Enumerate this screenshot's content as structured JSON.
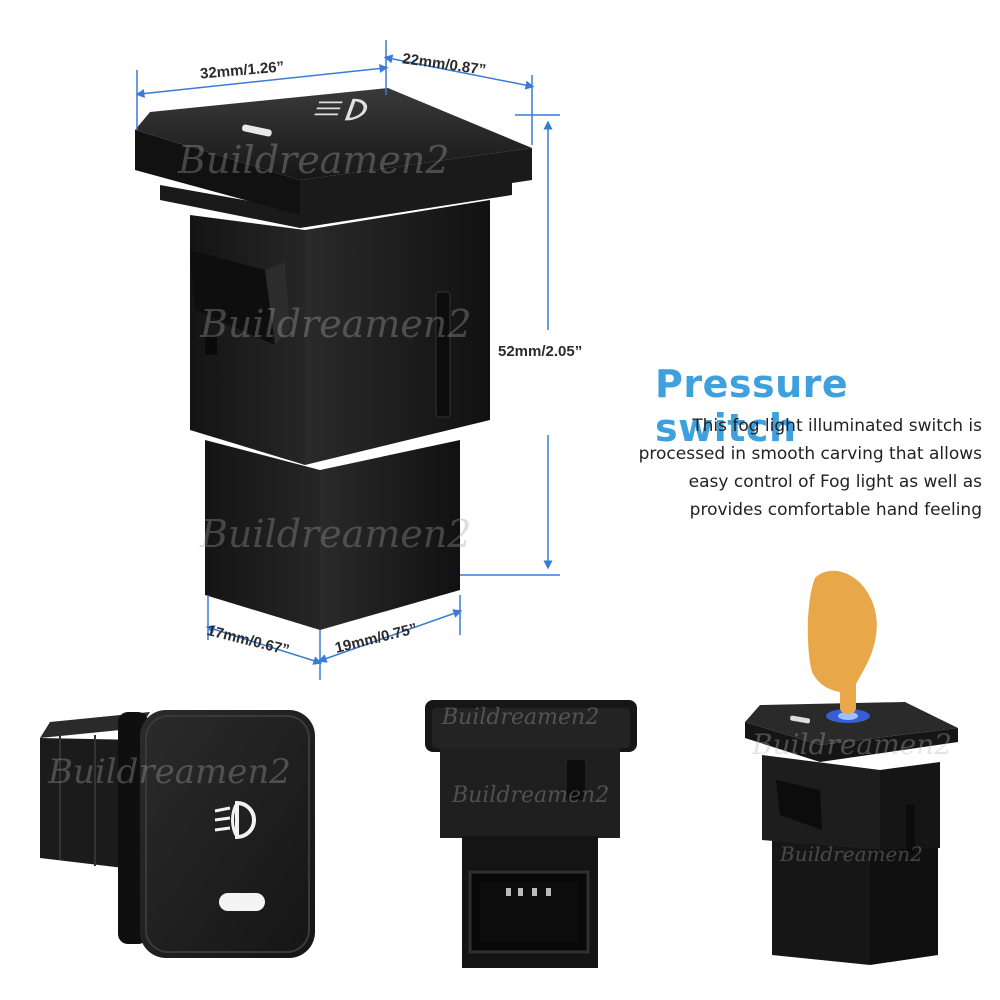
{
  "dimensions": {
    "top_width": "32mm/1.26”",
    "top_depth": "22mm/0.87”",
    "height": "52mm/2.05”",
    "bottom_width": "17mm/0.67”",
    "bottom_depth": "19mm/0.75”"
  },
  "feature": {
    "title": "Pressure switch",
    "lines": [
      "This fog light  illuminated switch is",
      "processed in smooth carving that allows",
      "easy control of Fog light  as well as",
      "provides comfortable hand feeling"
    ]
  },
  "watermark": "Buildreamen2",
  "colors": {
    "dimension_line": "#3a7bd5",
    "title": "#3ea1de",
    "switch_body": "#1c1c1c",
    "finger": "#e8a84a",
    "indicator": "#3b6cff"
  },
  "icons": [
    "fog-light-icon",
    "indicator-bar-icon",
    "pressing-finger-icon",
    "connector-socket-icon"
  ]
}
